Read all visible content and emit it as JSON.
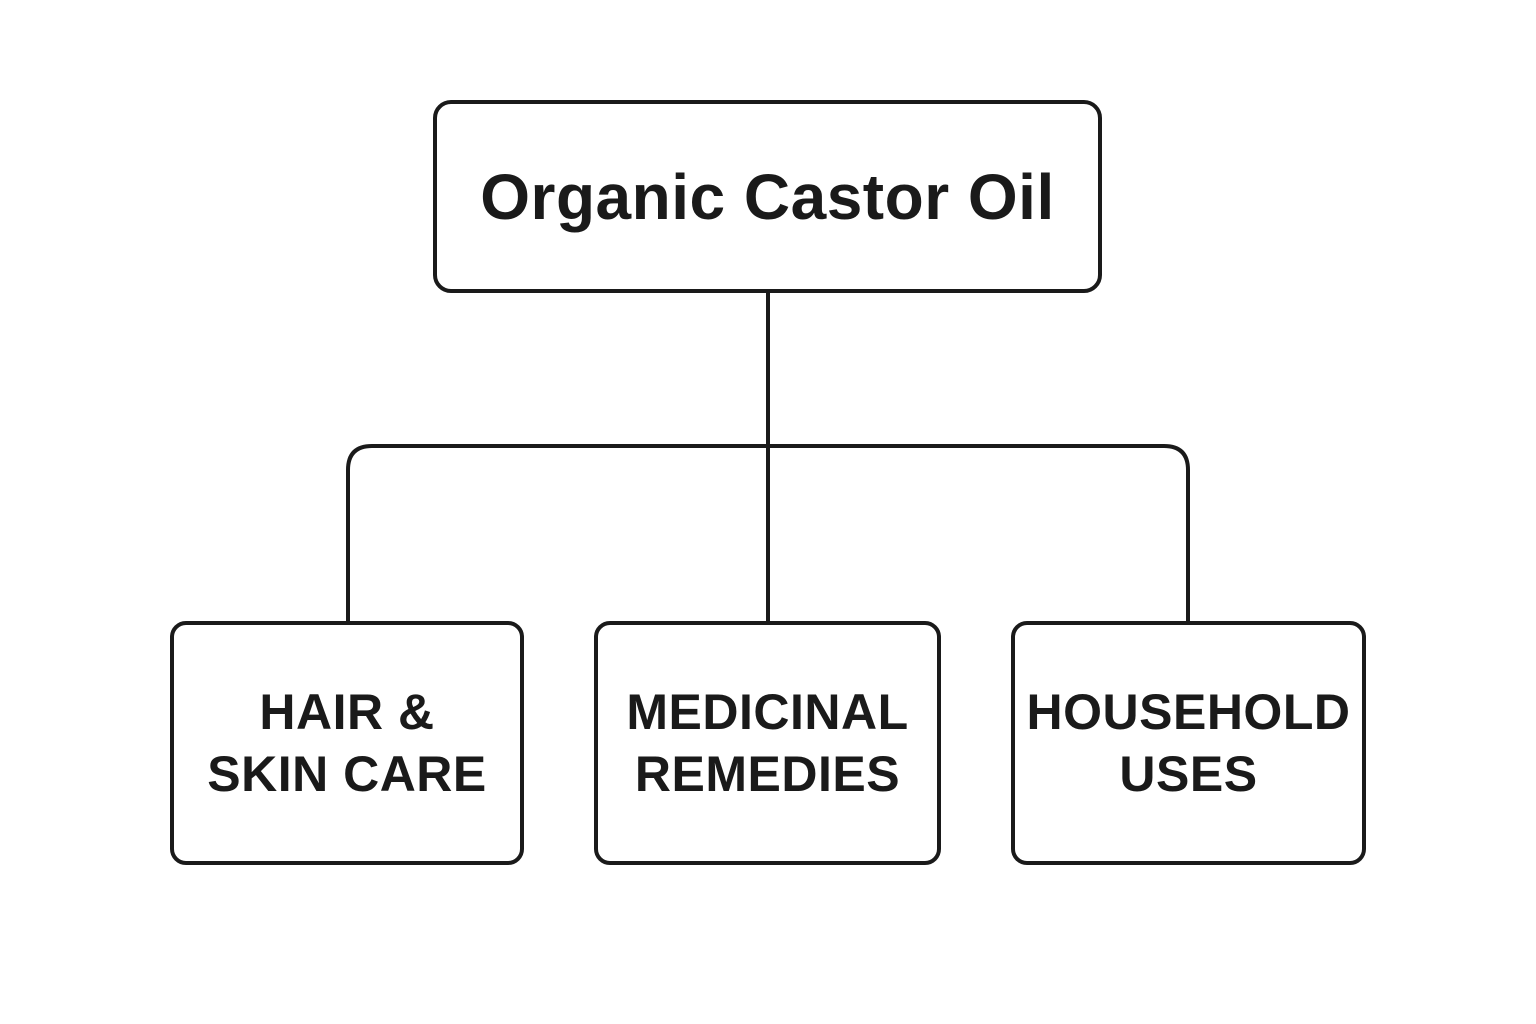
{
  "root": {
    "label": "Organic Castor Oil"
  },
  "children": [
    {
      "label": "HAIR  &\nSKIN CARE"
    },
    {
      "label": "MEDICINAL\nREMEDIES"
    },
    {
      "label": "HOUSEHOLD\nUSES"
    }
  ],
  "colors": {
    "stroke": "#1a1a1a",
    "background": "#ffffff"
  }
}
